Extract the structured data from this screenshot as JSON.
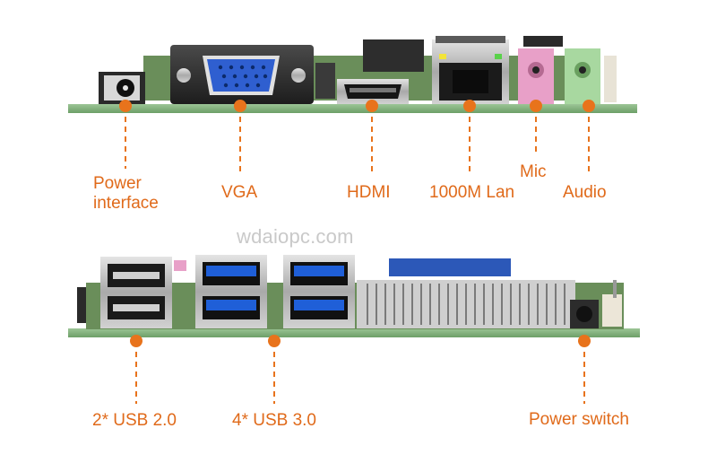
{
  "watermark": "wdaiopc.com",
  "top_labels": {
    "power_interface_l1": "Power",
    "power_interface_l2": "interface",
    "vga": "VGA",
    "hdmi": "HDMI",
    "lan": "1000M Lan",
    "mic": "Mic",
    "audio": "Audio"
  },
  "bottom_labels": {
    "usb2": "2* USB 2.0",
    "usb3": "4* USB 3.0",
    "power_switch": "Power switch"
  },
  "colors": {
    "accent": "#e8731c",
    "board_green": "#7fb07a",
    "vga_blue": "#2f5fd0",
    "usb3_blue": "#1f5fd8",
    "mic_pink": "#e8a0c8",
    "audio_green": "#a8d8a0"
  }
}
